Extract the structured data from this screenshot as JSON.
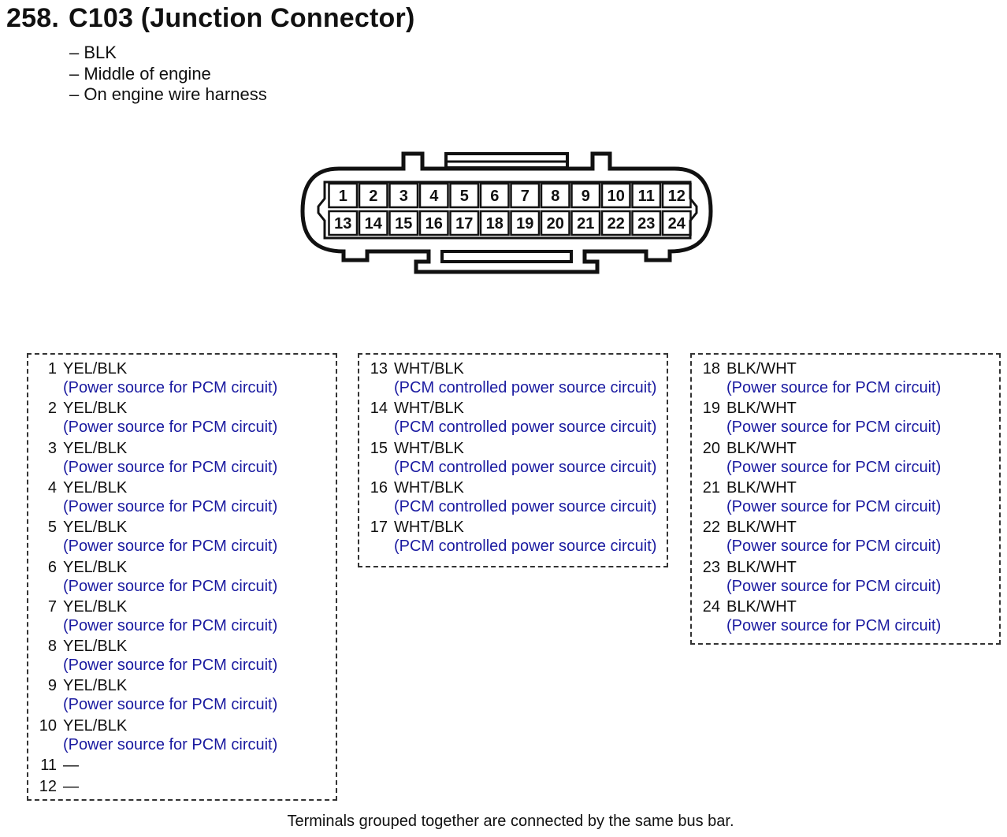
{
  "header": {
    "number": "258.",
    "title": "C103 (Junction Connector)"
  },
  "info": [
    "– BLK",
    "– Middle of engine",
    "– On engine wire harness"
  ],
  "connector": {
    "top_row": [
      "1",
      "2",
      "3",
      "4",
      "5",
      "6",
      "7",
      "8",
      "9",
      "10",
      "11",
      "12"
    ],
    "bottom_row": [
      "13",
      "14",
      "15",
      "16",
      "17",
      "18",
      "19",
      "20",
      "21",
      "22",
      "23",
      "24"
    ]
  },
  "colors": {
    "description": "#1a1aa0",
    "text": "#111111",
    "border": "#333333"
  },
  "groups": [
    {
      "pins": [
        {
          "num": "1",
          "wire": "YEL/BLK",
          "desc": "(Power source for PCM circuit)"
        },
        {
          "num": "2",
          "wire": "YEL/BLK",
          "desc": "(Power source for PCM circuit)"
        },
        {
          "num": "3",
          "wire": "YEL/BLK",
          "desc": "(Power source for PCM circuit)"
        },
        {
          "num": "4",
          "wire": "YEL/BLK",
          "desc": "(Power source for PCM circuit)"
        },
        {
          "num": "5",
          "wire": "YEL/BLK",
          "desc": "(Power source for PCM circuit)"
        },
        {
          "num": "6",
          "wire": "YEL/BLK",
          "desc": "(Power source for PCM circuit)"
        },
        {
          "num": "7",
          "wire": "YEL/BLK",
          "desc": "(Power source for PCM circuit)"
        },
        {
          "num": "8",
          "wire": "YEL/BLK",
          "desc": "(Power source for PCM circuit)"
        },
        {
          "num": "9",
          "wire": "YEL/BLK",
          "desc": "(Power source for PCM circuit)"
        },
        {
          "num": "10",
          "wire": "YEL/BLK",
          "desc": "(Power source for PCM circuit)"
        },
        {
          "num": "11",
          "wire": "—",
          "desc": ""
        },
        {
          "num": "12",
          "wire": "—",
          "desc": ""
        }
      ]
    },
    {
      "pins": [
        {
          "num": "13",
          "wire": "WHT/BLK",
          "desc": "(PCM controlled power source circuit)"
        },
        {
          "num": "14",
          "wire": "WHT/BLK",
          "desc": "(PCM controlled power source circuit)"
        },
        {
          "num": "15",
          "wire": "WHT/BLK",
          "desc": "(PCM controlled power source circuit)"
        },
        {
          "num": "16",
          "wire": "WHT/BLK",
          "desc": "(PCM controlled power source circuit)"
        },
        {
          "num": "17",
          "wire": "WHT/BLK",
          "desc": "(PCM controlled power source circuit)"
        }
      ]
    },
    {
      "pins": [
        {
          "num": "18",
          "wire": "BLK/WHT",
          "desc": "(Power source for PCM circuit)"
        },
        {
          "num": "19",
          "wire": "BLK/WHT",
          "desc": "(Power source for PCM circuit)"
        },
        {
          "num": "20",
          "wire": "BLK/WHT",
          "desc": "(Power source for PCM circuit)"
        },
        {
          "num": "21",
          "wire": "BLK/WHT",
          "desc": "(Power source for PCM circuit)"
        },
        {
          "num": "22",
          "wire": "BLK/WHT",
          "desc": "(Power source for PCM circuit)"
        },
        {
          "num": "23",
          "wire": "BLK/WHT",
          "desc": "(Power source for PCM circuit)"
        },
        {
          "num": "24",
          "wire": "BLK/WHT",
          "desc": "(Power source for PCM circuit)"
        }
      ]
    }
  ],
  "footnote": "Terminals grouped together are connected by the same bus bar."
}
